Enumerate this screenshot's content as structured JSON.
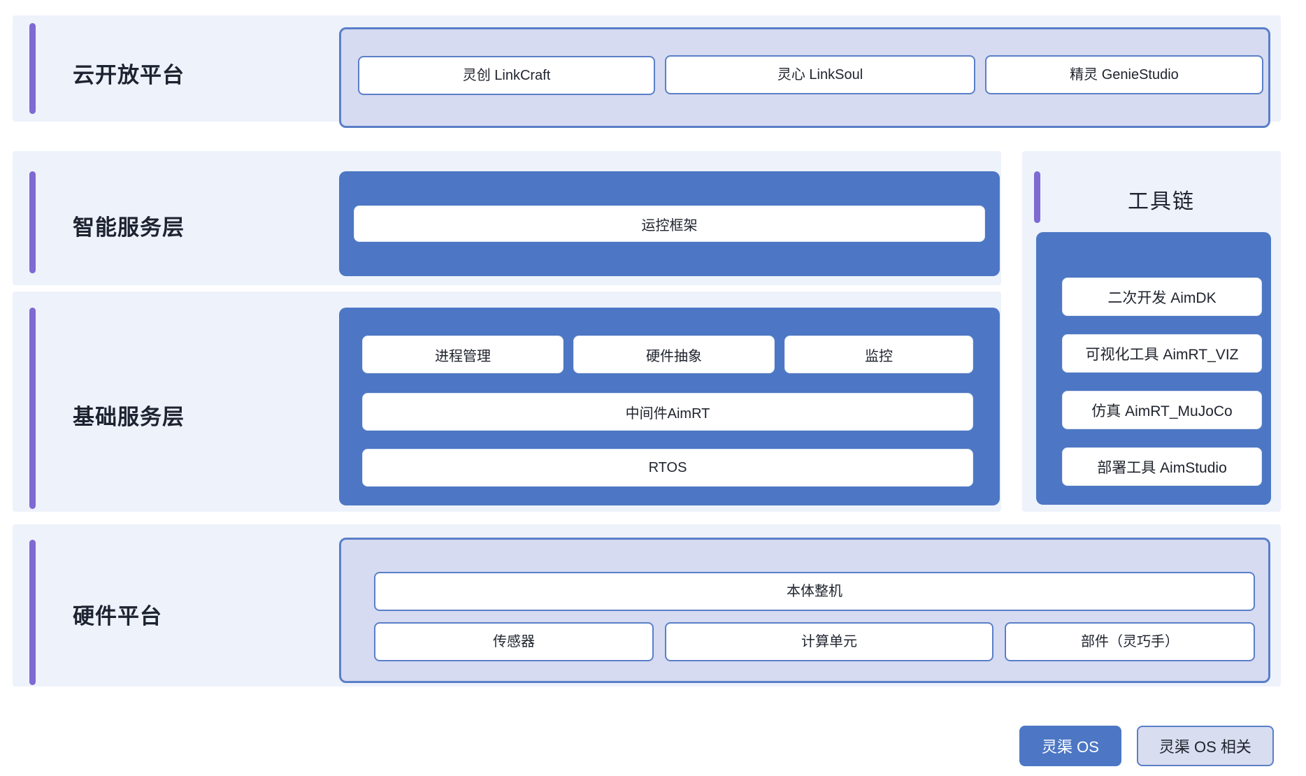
{
  "diagram": {
    "rows": [
      {
        "id": "cloud-open-platform",
        "title": "云开放平台",
        "container_kind": "lavender",
        "items": [
          "灵创 LinkCraft",
          "灵心 LinkSoul",
          "精灵 GenieStudio"
        ]
      },
      {
        "id": "intelligent-service-layer",
        "title": "智能服务层",
        "container_kind": "blue",
        "items": [
          "运控框架"
        ]
      },
      {
        "id": "basic-service-layer",
        "title": "基础服务层",
        "container_kind": "blue",
        "group_row": [
          "进程管理",
          "硬件抽象",
          "监控"
        ],
        "full_rows": [
          "中间件AimRT",
          "RTOS"
        ]
      },
      {
        "id": "hardware-platform",
        "title": "硬件平台",
        "container_kind": "lavender",
        "full_row": "本体整机",
        "group_row": [
          "传感器",
          "计算单元",
          "部件（灵巧手）"
        ]
      }
    ],
    "toolchain": {
      "title": "工具链",
      "items": [
        "二次开发 AimDK",
        "可视化工具 AimRT_VIZ",
        "仿真 AimRT_MuJoCo",
        "部署工具 AimStudio"
      ]
    },
    "legend": [
      {
        "label": "灵渠 OS",
        "style": "solid"
      },
      {
        "label": "灵渠 OS 相关",
        "style": "outline"
      }
    ],
    "colors": {
      "row_background": "#eef2fb",
      "accent_purple": "#7e6ad2",
      "panel_blue": "#4d77c4",
      "panel_lavender": "#d6dbf1",
      "border_blue": "#5a7fc8",
      "text_dark": "#1d2330",
      "page_background": "#ffffff"
    }
  }
}
